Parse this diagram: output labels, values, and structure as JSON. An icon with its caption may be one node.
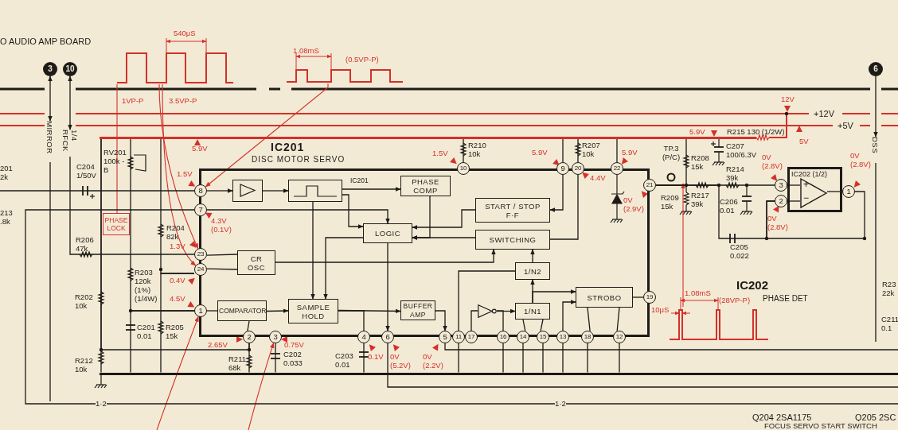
{
  "diagram": {
    "nodes": [
      {
        "text": [
          "IC201",
          "DISC MOTOR SERVO"
        ]
      },
      {
        "text": [],
        "shape": "box",
        "in": 0
      },
      {
        "text": [],
        "shape": "box",
        "in": 0
      },
      {
        "text": [
          "PHASE COMP"
        ],
        "in": 0
      },
      {
        "text": [
          "START / STOP F·F"
        ],
        "in": 0
      },
      {
        "text": [
          "LOGIC"
        ],
        "in": 0
      },
      {
        "text": [
          "SWITCHING"
        ],
        "in": 0
      },
      {
        "text": [
          "CR OSC"
        ],
        "in": 0
      },
      {
        "text": [
          "1/N2"
        ],
        "in": 0
      },
      {
        "text": [
          "COMPARATOR"
        ],
        "in": 0
      },
      {
        "text": [
          "SAMPLE HOLD"
        ],
        "in": 0
      },
      {
        "text": [
          "BUFFER AMP"
        ],
        "in": 0
      },
      {
        "text": [],
        "shape": "triangle",
        "in": 0
      },
      {
        "text": [
          "1/N1"
        ],
        "in": 0
      },
      {
        "text": [
          "STROBO"
        ],
        "in": 0
      },
      {
        "text": [
          "8"
        ]
      },
      {
        "text": [
          "7"
        ]
      },
      {
        "text": [
          "23"
        ]
      },
      {
        "text": [
          "24"
        ]
      },
      {
        "text": [
          "1"
        ]
      },
      {
        "text": [
          "10"
        ]
      },
      {
        "text": [
          "9"
        ]
      },
      {
        "text": [
          "20"
        ]
      },
      {
        "text": [
          "22"
        ]
      },
      {
        "text": [
          "21"
        ]
      },
      {
        "text": [
          "19"
        ]
      },
      {
        "text": [
          "2"
        ]
      },
      {
        "text": [
          "3"
        ]
      },
      {
        "text": [
          "4"
        ]
      },
      {
        "text": [
          "6"
        ]
      },
      {
        "text": [
          "5"
        ]
      },
      {
        "text": [
          "11"
        ]
      },
      {
        "text": [
          "17"
        ]
      },
      {
        "text": [
          "16"
        ]
      },
      {
        "text": [
          "14"
        ]
      },
      {
        "text": [
          "15"
        ]
      },
      {
        "text": [
          "13"
        ]
      },
      {
        "text": [
          "18"
        ]
      },
      {
        "text": [
          "12"
        ]
      },
      {
        "text": [
          "IC202 (1/2)"
        ]
      },
      {
        "text": [
          "+",
          "−"
        ],
        "in": 39
      },
      {
        "text": [
          "3"
        ]
      },
      {
        "text": [
          "2"
        ]
      },
      {
        "text": [
          "1"
        ]
      },
      {
        "text": [
          "TP.3 (P/C)"
        ]
      },
      {
        "text": [
          "PHASE LOCK"
        ]
      },
      {
        "text": [],
        "shape": "picture",
        "beside": [
          "540μS",
          "1VP-P",
          "3.5VP-P"
        ]
      },
      {
        "text": [],
        "shape": "picture",
        "beside": [
          "1.08mS",
          "(0.5VP-P)"
        ]
      },
      {
        "text": [],
        "shape": "picture",
        "beside": [
          "1.08mS",
          "10μS",
          "(28VP-P)"
        ]
      },
      {
        "text": [
          "3"
        ]
      },
      {
        "text": [
          "10"
        ]
      },
      {
        "text": [
          "6"
        ]
      },
      {
        "text": [
          "MIRROR"
        ]
      },
      {
        "text": [
          "RFCK 1/4"
        ]
      },
      {
        "text": [
          "DSS"
        ]
      },
      {
        "text": [],
        "shape": "bar"
      },
      {
        "text": [],
        "shape": "bar"
      }
    ],
    "edges": [
      {
        "from": 15,
        "to": 1,
        "arrow": "to"
      },
      {
        "from": 1,
        "to": 2,
        "arrow": "to"
      },
      {
        "from": 2,
        "to": 3,
        "arrow": "to",
        "label": "IC201"
      },
      {
        "from": 2,
        "to": 5,
        "arrow": "to"
      },
      {
        "from": 16,
        "to": 5,
        "arrow": "to"
      },
      {
        "from": 2,
        "to": 10,
        "arrow": "to"
      },
      {
        "from": 5,
        "to": 10,
        "arrow": "to"
      },
      {
        "from": 3,
        "to": 5,
        "arrow": "to"
      },
      {
        "from": 4,
        "to": 5,
        "arrow": "to"
      },
      {
        "from": 6,
        "to": 5,
        "arrow": "to"
      },
      {
        "from": 5,
        "to": 29,
        "arrow": "to"
      },
      {
        "from": 19,
        "to": 9,
        "arrow": "none"
      },
      {
        "from": 9,
        "to": 10,
        "arrow": "to"
      },
      {
        "from": 17,
        "to": 7,
        "arrow": "none"
      },
      {
        "from": 18,
        "to": 7,
        "arrow": "none"
      },
      {
        "from": 7,
        "to": 6,
        "arrow": "to"
      },
      {
        "from": 10,
        "to": 11,
        "arrow": "to"
      },
      {
        "from": 11,
        "to": 30,
        "arrow": "to"
      },
      {
        "from": 10,
        "to": 28,
        "arrow": "none"
      },
      {
        "from": 32,
        "to": 12,
        "arrow": "none"
      },
      {
        "from": 12,
        "to": 13,
        "arrow": "to"
      },
      {
        "from": 12,
        "to": 33,
        "arrow": "none"
      },
      {
        "from": 13,
        "to": 8,
        "arrow": "to"
      },
      {
        "from": 13,
        "to": 14,
        "arrow": "to"
      },
      {
        "from": 8,
        "to": 6,
        "arrow": "to"
      },
      {
        "from": 31,
        "to": 8,
        "arrow": "none"
      },
      {
        "from": 36,
        "to": 14,
        "arrow": "to"
      },
      {
        "from": 14,
        "to": 25,
        "arrow": "none"
      },
      {
        "from": 14,
        "to": 37,
        "arrow": "none"
      },
      {
        "from": 14,
        "to": 38,
        "arrow": "none"
      },
      {
        "from": 13,
        "to": 34,
        "arrow": "none"
      },
      {
        "from": 13,
        "to": 35,
        "arrow": "none"
      },
      {
        "from": 21,
        "to": 4,
        "arrow": "to"
      },
      {
        "from": 6,
        "to": 22,
        "arrow": "none"
      },
      {
        "from": 9,
        "to": 26,
        "arrow": "none"
      },
      {
        "from": 41,
        "to": 40,
        "arrow": "none"
      },
      {
        "from": 42,
        "to": 40,
        "arrow": "none"
      },
      {
        "from": 40,
        "to": 43,
        "arrow": "none"
      },
      {
        "from": 46,
        "to": 17,
        "arrow": "to",
        "color": "#d4302a"
      },
      {
        "from": 46,
        "to": 18,
        "arrow": "to",
        "color": "#d4302a"
      },
      {
        "from": 47,
        "to": 15,
        "arrow": "to",
        "color": "#d4302a"
      },
      {
        "from": 48,
        "to": 44,
        "arrow": "to",
        "color": "#d4302a"
      },
      {
        "from": null,
        "to": 19,
        "arrow": "to",
        "color": "#d4302a"
      },
      {
        "from": null,
        "to": 27,
        "arrow": "to",
        "color": "#d4302a"
      },
      {
        "from": 45,
        "to": 46,
        "arrow": "none",
        "color": "#d4302a"
      },
      {
        "from": 49,
        "to": 52,
        "arrow": "both"
      },
      {
        "from": 50,
        "to": 53,
        "arrow": "both"
      },
      {
        "from": 51,
        "to": 54,
        "arrow": "to"
      },
      {
        "from": 55,
        "to": 20,
        "arrow": "none"
      },
      {
        "from": 55,
        "to": 21,
        "arrow": "none"
      },
      {
        "from": 55,
        "to": 22,
        "arrow": "none"
      },
      {
        "from": 55,
        "to": 23,
        "arrow": "none"
      },
      {
        "from": 55,
        "to": 56,
        "arrow": "none"
      },
      {
        "from": 55,
        "to": 19,
        "arrow": "none"
      },
      {
        "from": 19,
        "to": 56,
        "arrow": "none"
      },
      {
        "from": 55,
        "to": 18,
        "arrow": "none"
      },
      {
        "from": 18,
        "to": 56,
        "arrow": "none"
      },
      {
        "from": 55,
        "to": 26,
        "arrow": "none"
      },
      {
        "from": 26,
        "to": 56,
        "arrow": "none"
      },
      {
        "from": 27,
        "to": 56,
        "arrow": "none"
      },
      {
        "from": 28,
        "to": 56,
        "arrow": "none"
      },
      {
        "from": 31,
        "to": 56,
        "arrow": "none"
      },
      {
        "from": 33,
        "to": 56,
        "arrow": "none"
      },
      {
        "from": 34,
        "to": 56,
        "arrow": "none"
      },
      {
        "from": 35,
        "to": 56,
        "arrow": "none"
      },
      {
        "from": 36,
        "to": 56,
        "arrow": "none"
      },
      {
        "from": 37,
        "to": 56,
        "arrow": "none"
      },
      {
        "from": 38,
        "to": 56,
        "arrow": "none"
      },
      {
        "from": 17,
        "to": 53,
        "arrow": "none"
      },
      {
        "from": 55,
        "to": 24,
        "arrow": "none"
      },
      {
        "from": 24,
        "to": 41,
        "arrow": "none"
      },
      {
        "from": 24,
        "to": 42,
        "arrow": "none"
      },
      {
        "from": 42,
        "to": 43,
        "arrow": "none"
      },
      {
        "from": 52,
        "to": null,
        "arrow": "none"
      },
      {
        "from": 54,
        "to": null,
        "arrow": "none"
      },
      {
        "from": 15,
        "to": null,
        "arrow": "none"
      },
      {
        "from": 16,
        "to": null,
        "arrow": "none"
      },
      {
        "from": 29,
        "to": null,
        "arrow": "none"
      },
      {
        "from": 30,
        "to": null,
        "arrow": "none"
      }
    ],
    "labels": [
      "O AUDIO AMP BOARD",
      "12V",
      "+12V",
      "+5V",
      "5V",
      "5.9V",
      "R210 10k",
      "1.5V",
      "5.9V",
      "R207 10k",
      "5.9V",
      "5.9V",
      "R215 130 (1/2W)",
      "C207 100/6.3V",
      "R208 15k",
      "R214 39k",
      "0V (2.8V)",
      "0V (2.8V)",
      "1.5V",
      "4.4V",
      "0V (2.9V)",
      "R209 15k",
      "R217 39k",
      "C206 0.01",
      "0V (2.8V)",
      "201 2k",
      "C204 1/50V",
      "RV201 100k -B",
      "213 .8k",
      "R206 47k",
      "R204 82k",
      "4.3V (0.1V)",
      "1.3V",
      "0.4V",
      "4.5V",
      "R203 120k (1%) (1/4W)",
      "R202 10k",
      "C201 0.01",
      "R205 15k",
      "2.65V",
      "0.75V",
      "R212 10k",
      "R211 68k",
      "C202 0.033",
      "C203 0.01",
      "0.1V",
      "0V (5.2V)",
      "0V (2.2V)",
      "C205 0.022",
      "IC202",
      "PHASE DET",
      "R23 22k",
      "C211 0.1",
      "1·2",
      "1·2",
      "Q204 2SA1175",
      "Q205 2SC",
      "FOCUS SERVO START SWITCH"
    ]
  }
}
